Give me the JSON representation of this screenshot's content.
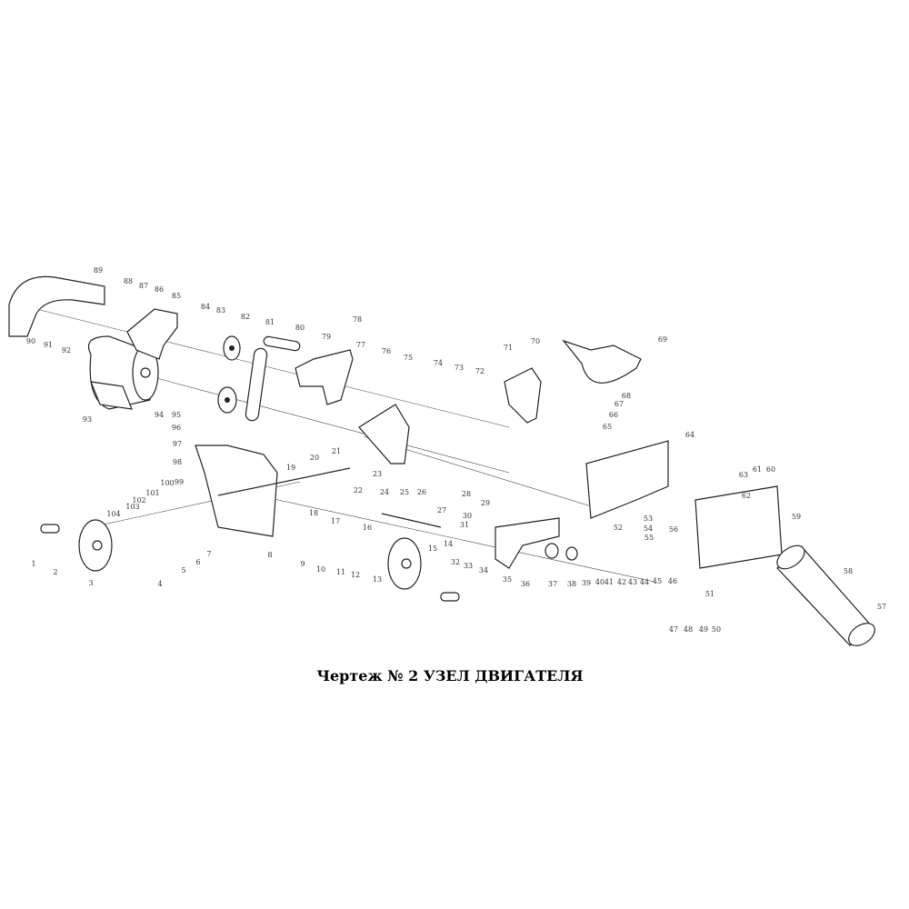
{
  "title": "Чертеж № 2 УЗЕЛ ДВИГАТЕЛЯ",
  "part_labels": [
    "1",
    "2",
    "3",
    "4",
    "5",
    "6",
    "7",
    "8",
    "9",
    "10",
    "11",
    "12",
    "13",
    "14",
    "15",
    "16",
    "17",
    "18",
    "19",
    "20",
    "21",
    "22",
    "23",
    "24",
    "25",
    "26",
    "27",
    "28",
    "29",
    "30",
    "31",
    "32",
    "33",
    "34",
    "35",
    "36",
    "37",
    "38",
    "39",
    "40",
    "41",
    "42",
    "43",
    "44",
    "45",
    "46",
    "47",
    "48",
    "49",
    "50",
    "51",
    "52",
    "53",
    "54",
    "55",
    "56",
    "57",
    "58",
    "59",
    "60",
    "61",
    "62",
    "63",
    "64",
    "65",
    "66",
    "67",
    "68",
    "69",
    "70",
    "71",
    "72",
    "73",
    "74",
    "75",
    "76",
    "77",
    "78",
    "79",
    "80",
    "81",
    "82",
    "83",
    "84",
    "85",
    "86",
    "87",
    "88",
    "89",
    "90",
    "91",
    "92",
    "93",
    "94",
    "95",
    "96",
    "97",
    "98",
    "99",
    "100",
    "101",
    "102",
    "103",
    "104"
  ]
}
